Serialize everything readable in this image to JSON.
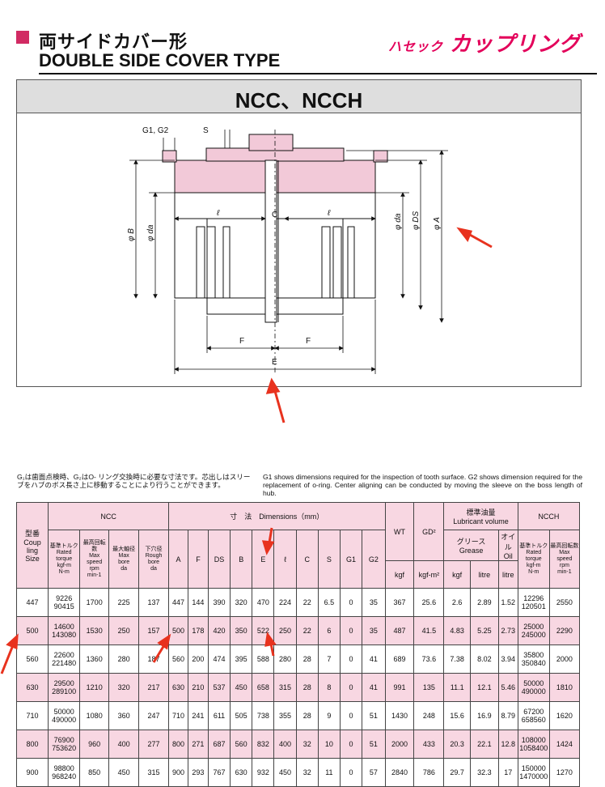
{
  "header": {
    "title_jp": "両サイドカバー形",
    "title_en": "DOUBLE SIDE COVER TYPE",
    "brand_small": "ハセック",
    "brand_large": "カップリング"
  },
  "figure": {
    "heading": "NCC、NCCH",
    "labels": {
      "g": "G1, G2",
      "s": "S",
      "l_left": "ℓ",
      "c": "C",
      "l_right": "ℓ",
      "phi_b": "φ B",
      "phi_da_left": "φ da",
      "phi_da_right": "φ da",
      "phi_ds": "φ DS",
      "phi_a": "φ A",
      "f_left": "F",
      "f_right": "F",
      "e": "E"
    }
  },
  "notes": {
    "jp": "G₁は歯面点検時、G₂はO- リング交換時に必要な寸法です。芯出しはスリーブをハブのボス長さ上に移動することにより行うことができます。",
    "en": "G1 shows dimensions required for the inspection of tooth surface. G2 shows dimension required for the replacement of o-ring. Center aligning can be conducted by moving the sleeve on the boss length of hub."
  },
  "table": {
    "h_size": "型番\nCoup\nling\nSize",
    "h_ncc": "NCC",
    "h_dims": "寸　法　Dimensions（mm）",
    "h_wt": "WT",
    "h_wt_unit": "kgf",
    "h_gd": "GD²",
    "h_gd_unit": "kgf-m²",
    "h_lub": "標準油量\nLubricant volume",
    "h_grease": "グリース\nGrease",
    "h_oil": "オイル\nOil",
    "h_kgf": "kgf",
    "h_litre1": "litre",
    "h_litre2": "litre",
    "h_ncch": "NCCH",
    "h_torque": "基準トルク\nRated\ntorque\nkgf-m\nN-m",
    "h_speed": "最高回転数\nMax\nspeed\nrpm\nmin-1",
    "h_maxbore": "最大軸径\nMax\nbore\nda",
    "h_rough": "下穴径\nRough\nbore\nda",
    "h_torque2": "基準トルク\nRated\ntorque\nkgf-m\nN-m",
    "h_speed2": "最高回転数\nMax\nspeed\nrpm\nmin-1",
    "dim_cols": [
      "A",
      "F",
      "DS",
      "B",
      "E",
      "ℓ",
      "C",
      "S",
      "G1",
      "G2"
    ],
    "rows": [
      [
        "447",
        "9226\n90415",
        "1700",
        "225",
        "137",
        "447",
        "144",
        "390",
        "320",
        "470",
        "224",
        "22",
        "6.5",
        "0",
        "35",
        "367",
        "25.6",
        "2.6",
        "2.89",
        "1.52",
        "12296\n120501",
        "2550"
      ],
      [
        "500",
        "14600\n143080",
        "1530",
        "250",
        "157",
        "500",
        "178",
        "420",
        "350",
        "522",
        "250",
        "22",
        "6",
        "0",
        "35",
        "487",
        "41.5",
        "4.83",
        "5.25",
        "2.73",
        "25000\n245000",
        "2290"
      ],
      [
        "560",
        "22600\n221480",
        "1360",
        "280",
        "187",
        "560",
        "200",
        "474",
        "395",
        "588",
        "280",
        "28",
        "7",
        "0",
        "41",
        "689",
        "73.6",
        "7.38",
        "8.02",
        "3.94",
        "35800\n350840",
        "2000"
      ],
      [
        "630",
        "29500\n289100",
        "1210",
        "320",
        "217",
        "630",
        "210",
        "537",
        "450",
        "658",
        "315",
        "28",
        "8",
        "0",
        "41",
        "991",
        "135",
        "11.1",
        "12.1",
        "5.46",
        "50000\n490000",
        "1810"
      ],
      [
        "710",
        "50000\n490000",
        "1080",
        "360",
        "247",
        "710",
        "241",
        "611",
        "505",
        "738",
        "355",
        "28",
        "9",
        "0",
        "51",
        "1430",
        "248",
        "15.6",
        "16.9",
        "8.79",
        "67200\n658560",
        "1620"
      ],
      [
        "800",
        "76900\n753620",
        "960",
        "400",
        "277",
        "800",
        "271",
        "687",
        "560",
        "832",
        "400",
        "32",
        "10",
        "0",
        "51",
        "2000",
        "433",
        "20.3",
        "22.1",
        "12.8",
        "108000\n1058400",
        "1424"
      ],
      [
        "900",
        "98800\n968240",
        "850",
        "450",
        "315",
        "900",
        "293",
        "767",
        "630",
        "932",
        "450",
        "32",
        "11",
        "0",
        "57",
        "2840",
        "786",
        "29.7",
        "32.3",
        "17",
        "150000\n1470000",
        "1270"
      ]
    ]
  },
  "colors": {
    "accent": "#e3005a",
    "pink": "#f8d7e2",
    "hub": "#f2c9d8",
    "arrow": "#e8321e"
  }
}
